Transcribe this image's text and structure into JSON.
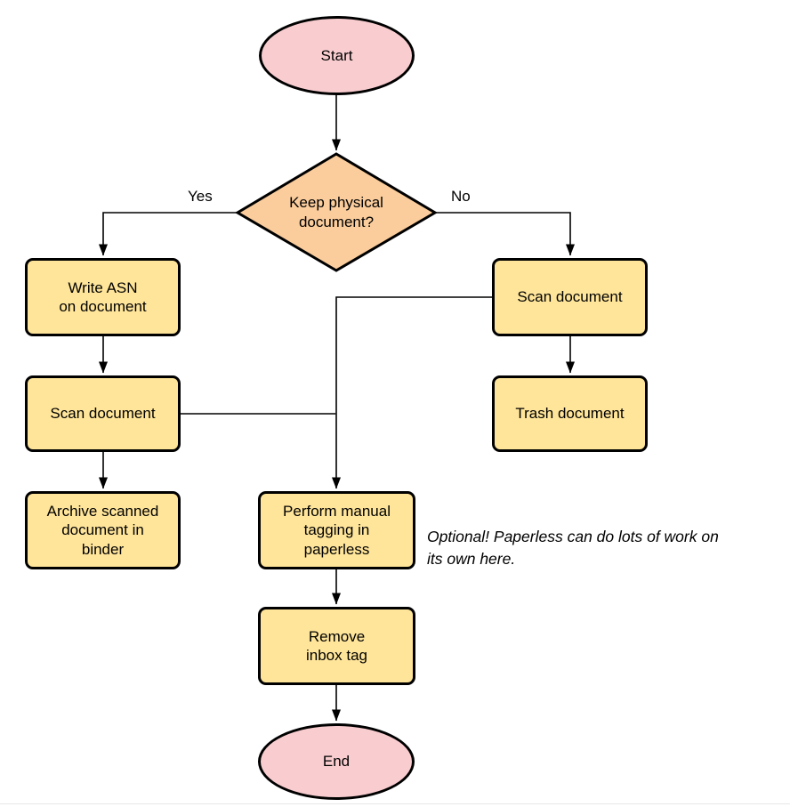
{
  "diagram": {
    "type": "flowchart",
    "nodes": {
      "start": {
        "label": "Start",
        "shape": "terminator"
      },
      "decision": {
        "label": "Keep physical\ndocument?",
        "shape": "decision"
      },
      "write_asn": {
        "label": "Write ASN\non document",
        "shape": "process"
      },
      "scan_left": {
        "label": "Scan document",
        "shape": "process"
      },
      "archive": {
        "label": "Archive scanned\ndocument in\nbinder",
        "shape": "process"
      },
      "scan_right": {
        "label": "Scan document",
        "shape": "process"
      },
      "trash": {
        "label": "Trash document",
        "shape": "process"
      },
      "perform_tagging": {
        "label": "Perform manual\ntagging in\npaperless",
        "shape": "process"
      },
      "remove_inbox": {
        "label": "Remove\ninbox tag",
        "shape": "process"
      },
      "end": {
        "label": "End",
        "shape": "terminator"
      }
    },
    "edge_labels": {
      "yes": "Yes",
      "no": "No"
    },
    "annotation": "Optional! Paperless can do lots of work on\nits own here.",
    "colors": {
      "terminator_fill": "#f9cdd0",
      "decision_fill": "#fbcd9d",
      "process_fill": "#ffe59a",
      "stroke": "#000000",
      "background": "#ffffff"
    }
  }
}
